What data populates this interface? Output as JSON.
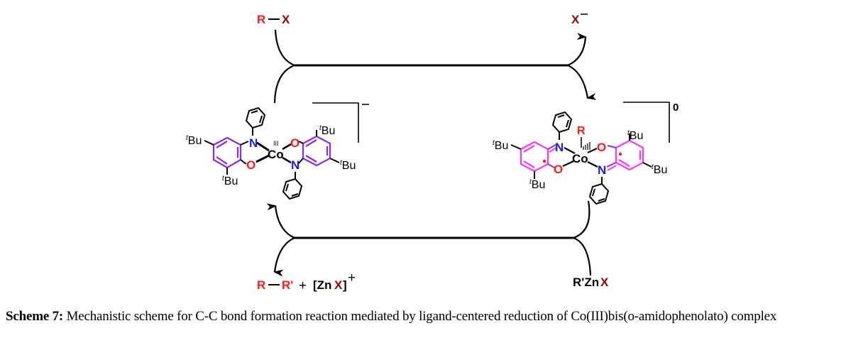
{
  "colors": {
    "red": "#ff1a1a",
    "darkred": "#a00000",
    "blue": "#1a1aff",
    "purple": "#8a2be2",
    "magenta": "#ff33ff",
    "black": "#000000"
  },
  "reagents": {
    "top_left": {
      "r": "R",
      "dash": "—",
      "x": "X"
    },
    "top_right": {
      "x": "X",
      "charge": "−"
    },
    "bottom_left": {
      "r": "R",
      "dash": "—",
      "rp": "R'",
      "plus": "+",
      "zn_open": "[Zn",
      "zn_x": "X",
      "zn_close": "]",
      "charge": "+"
    },
    "bottom_right": {
      "rp_zn": "R'Zn",
      "x": "X"
    }
  },
  "complex_left": {
    "charge": "−",
    "metal": "Co",
    "oxidation": "III",
    "tbu_labels": [
      "Bu",
      "Bu",
      "Bu",
      "Bu"
    ],
    "t_prefix": "t",
    "n_label": "N",
    "o_label": "O"
  },
  "complex_right": {
    "charge": "0",
    "metal": "Co",
    "axial": "R",
    "tbu_labels": [
      "Bu",
      "Bu",
      "Bu",
      "Bu"
    ],
    "t_prefix": "t",
    "n_label": "N",
    "o_label": "O"
  },
  "caption": {
    "label": "Scheme 7:",
    "text": " Mechanistic scheme for C-C bond formation reaction mediated by ligand-centered reduction of Co(III)bis(o-amidophenolato) complex"
  }
}
